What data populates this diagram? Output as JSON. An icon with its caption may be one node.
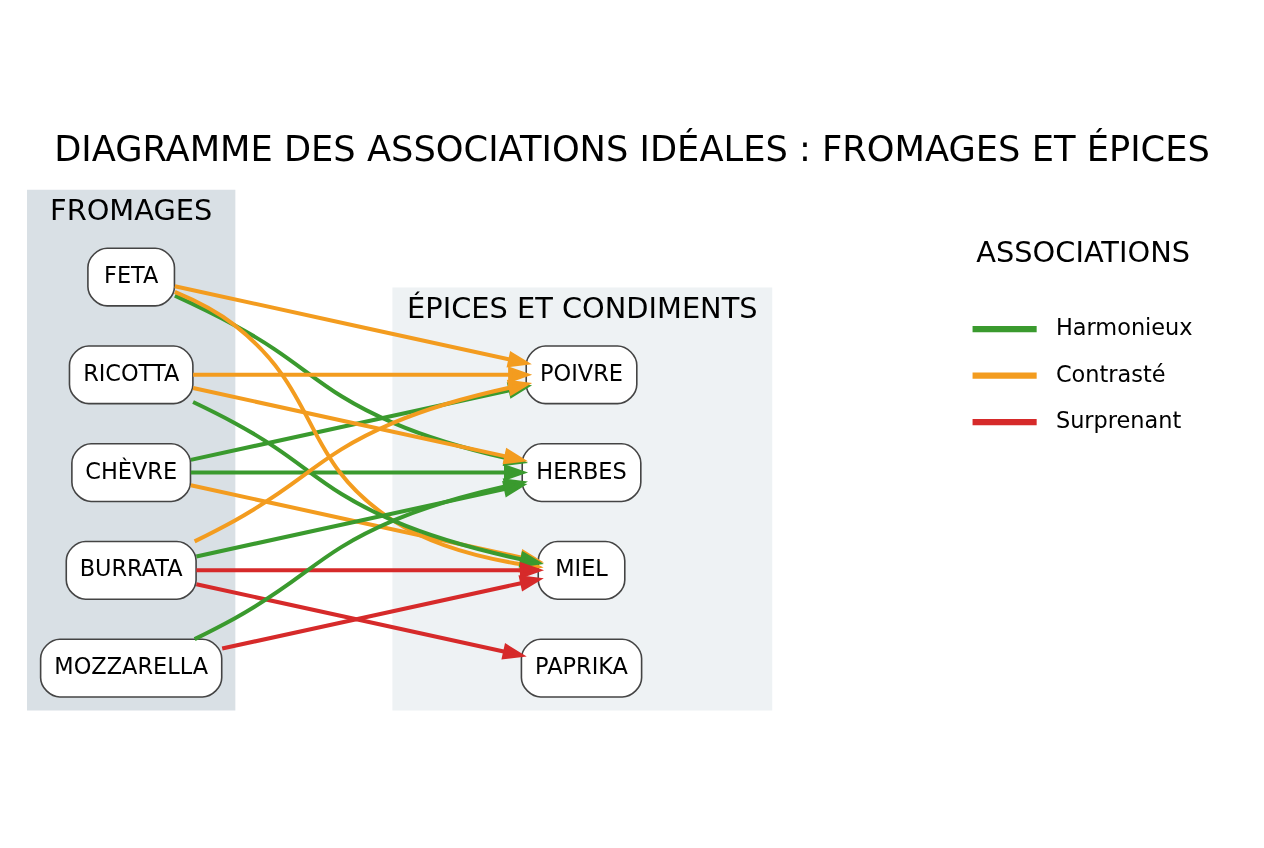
{
  "diagram": {
    "title": "DIAGRAMME DES ASSOCIATIONS IDÉALES : FROMAGES ET ÉPICES",
    "nodes": [
      {
        "text": [
          "FROMAGES"
        ]
      },
      {
        "text": [
          "ÉPICES ET CONDIMENTS"
        ]
      },
      {
        "text": [
          "ASSOCIATIONS"
        ]
      },
      {
        "text": [
          "CHÈVRE"
        ],
        "in": 0
      },
      {
        "text": [
          "FETA"
        ],
        "in": 0
      },
      {
        "text": [
          "RICOTTA"
        ],
        "in": 0
      },
      {
        "text": [
          "BURRATA"
        ],
        "in": 0
      },
      {
        "text": [
          "MOZZARELLA"
        ],
        "in": 0
      },
      {
        "text": [
          "POIVRE"
        ],
        "in": 1
      },
      {
        "text": [
          "HERBES"
        ],
        "in": 1
      },
      {
        "text": [
          "PAPRIKA"
        ],
        "in": 1
      },
      {
        "text": [
          "MIEL"
        ],
        "in": 1
      }
    ],
    "edges": [
      {
        "from": 3,
        "to": 8,
        "arrow": "to"
      },
      {
        "from": 3,
        "to": 9,
        "arrow": "to"
      },
      {
        "from": 3,
        "to": 11,
        "arrow": "to",
        "color": "#f39c1f"
      },
      {
        "from": 4,
        "to": 8,
        "arrow": "to",
        "color": "#f39c1f"
      },
      {
        "from": 4,
        "to": 9,
        "arrow": "to"
      },
      {
        "from": 4,
        "to": 11,
        "arrow": "to",
        "color": "#f39c1f"
      },
      {
        "from": 5,
        "to": 8,
        "arrow": "to",
        "color": "#f39c1f"
      },
      {
        "from": 5,
        "to": 9,
        "arrow": "to",
        "color": "#f39c1f"
      },
      {
        "from": 5,
        "to": 11,
        "arrow": "to"
      },
      {
        "from": 6,
        "to": 8,
        "arrow": "to",
        "color": "#f39c1f"
      },
      {
        "from": 6,
        "to": 9,
        "arrow": "to"
      },
      {
        "from": 6,
        "to": 10,
        "arrow": "to",
        "color": "#d62a2a"
      },
      {
        "from": 6,
        "to": 11,
        "arrow": "to",
        "color": "#d62a2a"
      },
      {
        "from": 7,
        "to": 9,
        "arrow": "to"
      },
      {
        "from": 7,
        "to": 11,
        "arrow": "to",
        "color": "#d62a2a"
      }
    ],
    "legend": [
      {
        "text": "Harmonieux"
      },
      {
        "text": "Contrasté"
      },
      {
        "text": "Surprenant"
      }
    ]
  }
}
